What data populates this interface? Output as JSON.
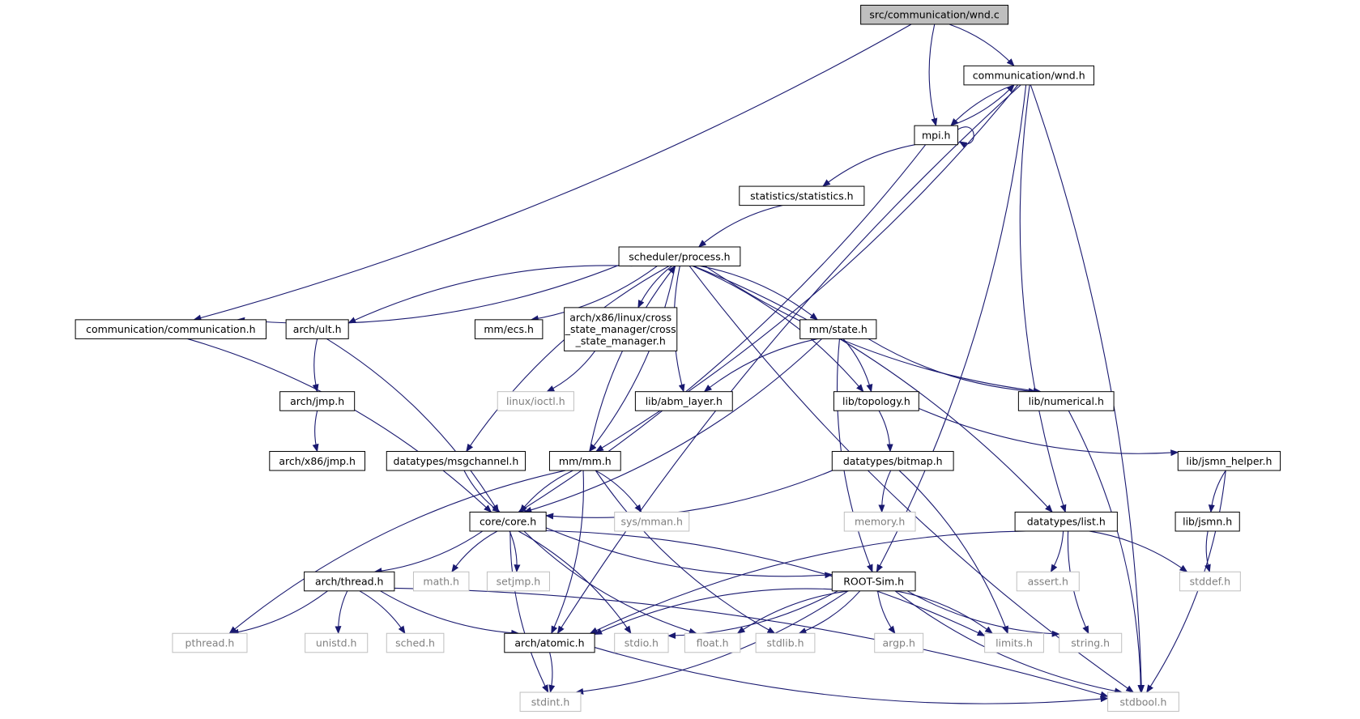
{
  "colors": {
    "edge": "#191970",
    "root_fill": "#bfbfbf",
    "node_border": "#000000",
    "system_border": "#bfbfbf",
    "system_text": "#7f7f7f"
  },
  "nodes": [
    {
      "id": "wnd_c",
      "label": "src/communication/wnd.c",
      "kind": "root"
    },
    {
      "id": "wnd_h",
      "label": "communication/wnd.h",
      "kind": "local"
    },
    {
      "id": "mpi_h",
      "label": "mpi.h",
      "kind": "local"
    },
    {
      "id": "statistics_h",
      "label": "statistics/statistics.h",
      "kind": "local"
    },
    {
      "id": "process_h",
      "label": "scheduler/process.h",
      "kind": "local"
    },
    {
      "id": "communication_h",
      "label": "communication/communication.h",
      "kind": "local"
    },
    {
      "id": "ult_h",
      "label": "arch/ult.h",
      "kind": "local"
    },
    {
      "id": "ecs_h",
      "label": "mm/ecs.h",
      "kind": "local"
    },
    {
      "id": "csm_h",
      "label": [
        "arch/x86/linux/cross",
        "_state_manager/cross",
        "_state_manager.h"
      ],
      "kind": "local"
    },
    {
      "id": "state_h",
      "label": "mm/state.h",
      "kind": "local"
    },
    {
      "id": "jmp_h",
      "label": "arch/jmp.h",
      "kind": "local"
    },
    {
      "id": "ioctl_h",
      "label": "linux/ioctl.h",
      "kind": "system"
    },
    {
      "id": "abm_h",
      "label": "lib/abm_layer.h",
      "kind": "local"
    },
    {
      "id": "topology_h",
      "label": "lib/topology.h",
      "kind": "local"
    },
    {
      "id": "numerical_h",
      "label": "lib/numerical.h",
      "kind": "local"
    },
    {
      "id": "x86jmp_h",
      "label": "arch/x86/jmp.h",
      "kind": "local"
    },
    {
      "id": "msgchannel_h",
      "label": "datatypes/msgchannel.h",
      "kind": "local"
    },
    {
      "id": "mm_h",
      "label": "mm/mm.h",
      "kind": "local"
    },
    {
      "id": "bitmap_h",
      "label": "datatypes/bitmap.h",
      "kind": "local"
    },
    {
      "id": "jsmn_helper_h",
      "label": "lib/jsmn_helper.h",
      "kind": "local"
    },
    {
      "id": "core_h",
      "label": "core/core.h",
      "kind": "local"
    },
    {
      "id": "mman_h",
      "label": "sys/mman.h",
      "kind": "system"
    },
    {
      "id": "memory_h",
      "label": "memory.h",
      "kind": "system"
    },
    {
      "id": "list_h",
      "label": "datatypes/list.h",
      "kind": "local"
    },
    {
      "id": "jsmn_h",
      "label": "lib/jsmn.h",
      "kind": "local"
    },
    {
      "id": "thread_h",
      "label": "arch/thread.h",
      "kind": "local"
    },
    {
      "id": "math_h",
      "label": "math.h",
      "kind": "system"
    },
    {
      "id": "setjmp_h",
      "label": "setjmp.h",
      "kind": "system"
    },
    {
      "id": "rootsim_h",
      "label": "ROOT-Sim.h",
      "kind": "local"
    },
    {
      "id": "assert_h",
      "label": "assert.h",
      "kind": "system"
    },
    {
      "id": "stddef_h",
      "label": "stddef.h",
      "kind": "system"
    },
    {
      "id": "pthread_h",
      "label": "pthread.h",
      "kind": "system"
    },
    {
      "id": "unistd_h",
      "label": "unistd.h",
      "kind": "system"
    },
    {
      "id": "sched_h",
      "label": "sched.h",
      "kind": "system"
    },
    {
      "id": "atomic_h",
      "label": "arch/atomic.h",
      "kind": "local"
    },
    {
      "id": "stdio_h",
      "label": "stdio.h",
      "kind": "system"
    },
    {
      "id": "float_h",
      "label": "float.h",
      "kind": "system"
    },
    {
      "id": "stdlib_h",
      "label": "stdlib.h",
      "kind": "system"
    },
    {
      "id": "argp_h",
      "label": "argp.h",
      "kind": "system"
    },
    {
      "id": "limits_h",
      "label": "limits.h",
      "kind": "system"
    },
    {
      "id": "string_h",
      "label": "string.h",
      "kind": "system"
    },
    {
      "id": "stdint_h",
      "label": "stdint.h",
      "kind": "system"
    },
    {
      "id": "stdbool_h",
      "label": "stdbool.h",
      "kind": "system"
    }
  ],
  "edges": [
    [
      "wnd_c",
      "wnd_h"
    ],
    [
      "wnd_c",
      "mpi_h"
    ],
    [
      "wnd_c",
      "communication_h"
    ],
    [
      "wnd_h",
      "mpi_h"
    ],
    [
      "wnd_h",
      "mm_h"
    ],
    [
      "wnd_h",
      "atomic_h"
    ],
    [
      "wnd_h",
      "rootsim_h"
    ],
    [
      "wnd_h",
      "list_h"
    ],
    [
      "wnd_h",
      "stdbool_h"
    ],
    [
      "mpi_h",
      "wnd_h"
    ],
    [
      "mpi_h",
      "mpi_h"
    ],
    [
      "mpi_h",
      "statistics_h"
    ],
    [
      "mpi_h",
      "core_h"
    ],
    [
      "statistics_h",
      "process_h"
    ],
    [
      "process_h",
      "communication_h"
    ],
    [
      "process_h",
      "ult_h"
    ],
    [
      "process_h",
      "ecs_h"
    ],
    [
      "process_h",
      "csm_h"
    ],
    [
      "process_h",
      "state_h"
    ],
    [
      "process_h",
      "msgchannel_h"
    ],
    [
      "process_h",
      "mm_h"
    ],
    [
      "process_h",
      "abm_h"
    ],
    [
      "process_h",
      "topology_h"
    ],
    [
      "process_h",
      "numerical_h"
    ],
    [
      "process_h",
      "list_h"
    ],
    [
      "process_h",
      "stdbool_h"
    ],
    [
      "communication_h",
      "core_h"
    ],
    [
      "ult_h",
      "jmp_h"
    ],
    [
      "ult_h",
      "core_h"
    ],
    [
      "jmp_h",
      "x86jmp_h"
    ],
    [
      "csm_h",
      "ioctl_h"
    ],
    [
      "state_h",
      "abm_h"
    ],
    [
      "state_h",
      "topology_h"
    ],
    [
      "state_h",
      "numerical_h"
    ],
    [
      "state_h",
      "core_h"
    ],
    [
      "state_h",
      "rootsim_h"
    ],
    [
      "topology_h",
      "bitmap_h"
    ],
    [
      "topology_h",
      "jsmn_helper_h"
    ],
    [
      "numerical_h",
      "stdbool_h"
    ],
    [
      "msgchannel_h",
      "core_h"
    ],
    [
      "mm_h",
      "process_h"
    ],
    [
      "mm_h",
      "core_h"
    ],
    [
      "mm_h",
      "mman_h"
    ],
    [
      "mm_h",
      "pthread_h"
    ],
    [
      "mm_h",
      "atomic_h"
    ],
    [
      "mm_h",
      "stdlib_h"
    ],
    [
      "bitmap_h",
      "core_h"
    ],
    [
      "bitmap_h",
      "memory_h"
    ],
    [
      "bitmap_h",
      "limits_h"
    ],
    [
      "jsmn_helper_h",
      "jsmn_h"
    ],
    [
      "jsmn_helper_h",
      "stdbool_h"
    ],
    [
      "jsmn_h",
      "stddef_h"
    ],
    [
      "core_h",
      "thread_h"
    ],
    [
      "core_h",
      "math_h"
    ],
    [
      "core_h",
      "setjmp_h"
    ],
    [
      "core_h",
      "rootsim_h"
    ],
    [
      "core_h",
      "stdio_h"
    ],
    [
      "core_h",
      "float_h"
    ],
    [
      "core_h",
      "limits_h"
    ],
    [
      "core_h",
      "stdint_h"
    ],
    [
      "list_h",
      "assert_h"
    ],
    [
      "list_h",
      "string_h"
    ],
    [
      "list_h",
      "stddef_h"
    ],
    [
      "list_h",
      "atomic_h"
    ],
    [
      "thread_h",
      "pthread_h"
    ],
    [
      "thread_h",
      "unistd_h"
    ],
    [
      "thread_h",
      "sched_h"
    ],
    [
      "thread_h",
      "atomic_h"
    ],
    [
      "thread_h",
      "stdbool_h"
    ],
    [
      "rootsim_h",
      "atomic_h"
    ],
    [
      "rootsim_h",
      "stdio_h"
    ],
    [
      "rootsim_h",
      "float_h"
    ],
    [
      "rootsim_h",
      "stdlib_h"
    ],
    [
      "rootsim_h",
      "argp_h"
    ],
    [
      "rootsim_h",
      "limits_h"
    ],
    [
      "rootsim_h",
      "string_h"
    ],
    [
      "rootsim_h",
      "stdint_h"
    ],
    [
      "rootsim_h",
      "stdbool_h"
    ],
    [
      "atomic_h",
      "stdint_h"
    ],
    [
      "atomic_h",
      "stdbool_h"
    ]
  ]
}
